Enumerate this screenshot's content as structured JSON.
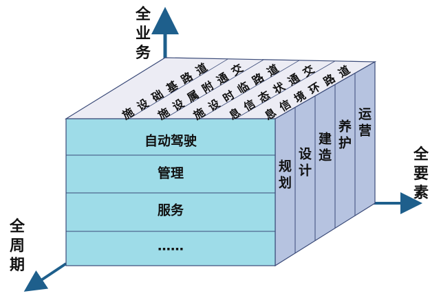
{
  "colors": {
    "front_fill": "#9edce8",
    "top_fill": "#ececf4",
    "side_fill": "#b6c3e0",
    "edge": "#3a4a78",
    "arrow": "#1e5f8c",
    "text": "#111111"
  },
  "axes": {
    "business": [
      "全",
      "业",
      "务"
    ],
    "elements": [
      "全",
      "要",
      "素"
    ],
    "lifecycle": [
      "全",
      "周",
      "期"
    ]
  },
  "front_rows": [
    "自动驾驶",
    "管理",
    "服务",
    "……"
  ],
  "top_categories": [
    [
      "道",
      "路",
      "基",
      "础",
      "设",
      "施"
    ],
    [
      "交",
      "通",
      "附",
      "属",
      "设",
      "施"
    ],
    [
      "道",
      "路",
      "临",
      "时",
      "设",
      "施"
    ],
    [
      "交",
      "通",
      "状",
      "态",
      "信",
      "息"
    ],
    [
      "道",
      "路",
      "环",
      "境",
      "信",
      "息"
    ]
  ],
  "side_stages": [
    [
      "规",
      "划"
    ],
    [
      "设",
      "计"
    ],
    [
      "建",
      "造"
    ],
    [
      "养",
      "护"
    ],
    [
      "运",
      "营"
    ]
  ]
}
